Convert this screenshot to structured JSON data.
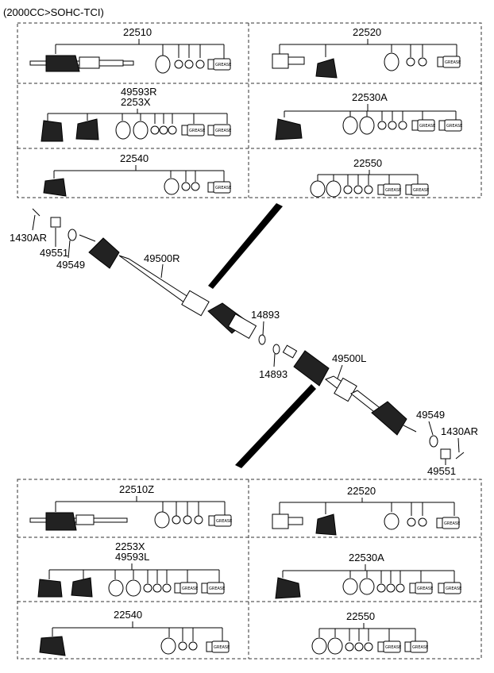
{
  "header": {
    "title": "(2000CC>SOHC-TCI)"
  },
  "grease_text": "GREASE",
  "top_kits": {
    "k1": "22510",
    "k2": "22520",
    "k3a": "49593R",
    "k3b": "2253X",
    "k4": "22530A",
    "k5": "22540",
    "k6": "22550"
  },
  "middle": {
    "bolt_left": "1430AR",
    "nut_left": "49551",
    "washer_left": "49549",
    "shaft_right": "49500R",
    "ring_upper": "14893",
    "ring_lower": "14893",
    "shaft_left": "49500L",
    "washer_right": "49549",
    "bolt_right": "1430AR",
    "nut_right": "49551"
  },
  "bottom_kits": {
    "k1": "22510Z",
    "k2": "22520",
    "k3a": "2253X",
    "k3b": "49593L",
    "k4": "22530A",
    "k5": "22540",
    "k6": "22550"
  }
}
